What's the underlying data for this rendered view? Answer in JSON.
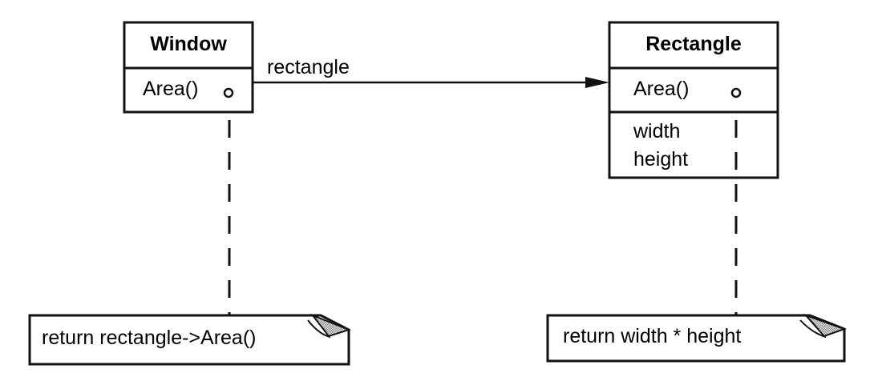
{
  "classes": {
    "window": {
      "name": "Window",
      "operations": [
        "Area()"
      ]
    },
    "rectangle": {
      "name": "Rectangle",
      "operations": [
        "Area()"
      ],
      "attributes": [
        "width",
        "height"
      ]
    }
  },
  "association": {
    "label": "rectangle"
  },
  "notes": {
    "window_area": "return rectangle->Area()",
    "rectangle_area": "return width * height"
  },
  "colors": {
    "ink": "#111111",
    "paper": "#ffffff",
    "fold_shade": "#8c8c8c"
  }
}
